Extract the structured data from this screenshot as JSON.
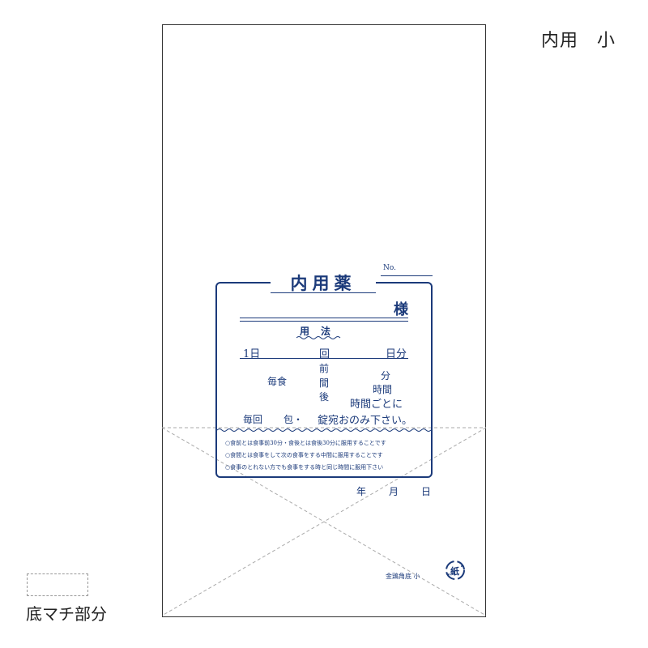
{
  "page_label": "内用　小",
  "legend": {
    "label": "底マチ部分"
  },
  "label": {
    "title": "内用薬",
    "number_label": "No.",
    "honorific": "様",
    "usage_heading": "用法",
    "row_daily": {
      "prefix": "1日",
      "times": "回",
      "days": "日分"
    },
    "row_meal": {
      "label": "毎食",
      "before": "前",
      "between": "間",
      "after": "後",
      "minutes": "分",
      "hours": "時間",
      "every_hours": "時間ごとに"
    },
    "row_dose": {
      "label": "毎回",
      "packets": "包・",
      "tablets": "錠宛おのみ下さい。"
    },
    "notes": [
      "○食前とは食事前30分・食後とは食後30分に服用することです",
      "○食間とは食事をして次の食事をする中間に服用することです",
      "○食事のとれない方でも食事をする時と同じ時間に服用下さい"
    ],
    "date": {
      "year": "年",
      "month": "月",
      "day": "日"
    }
  },
  "maker": "金鶏角底 小",
  "recycle_mark": "紙",
  "colors": {
    "ink": "#1b3a7a",
    "outline": "#333333",
    "dash": "#aaaaaa"
  }
}
